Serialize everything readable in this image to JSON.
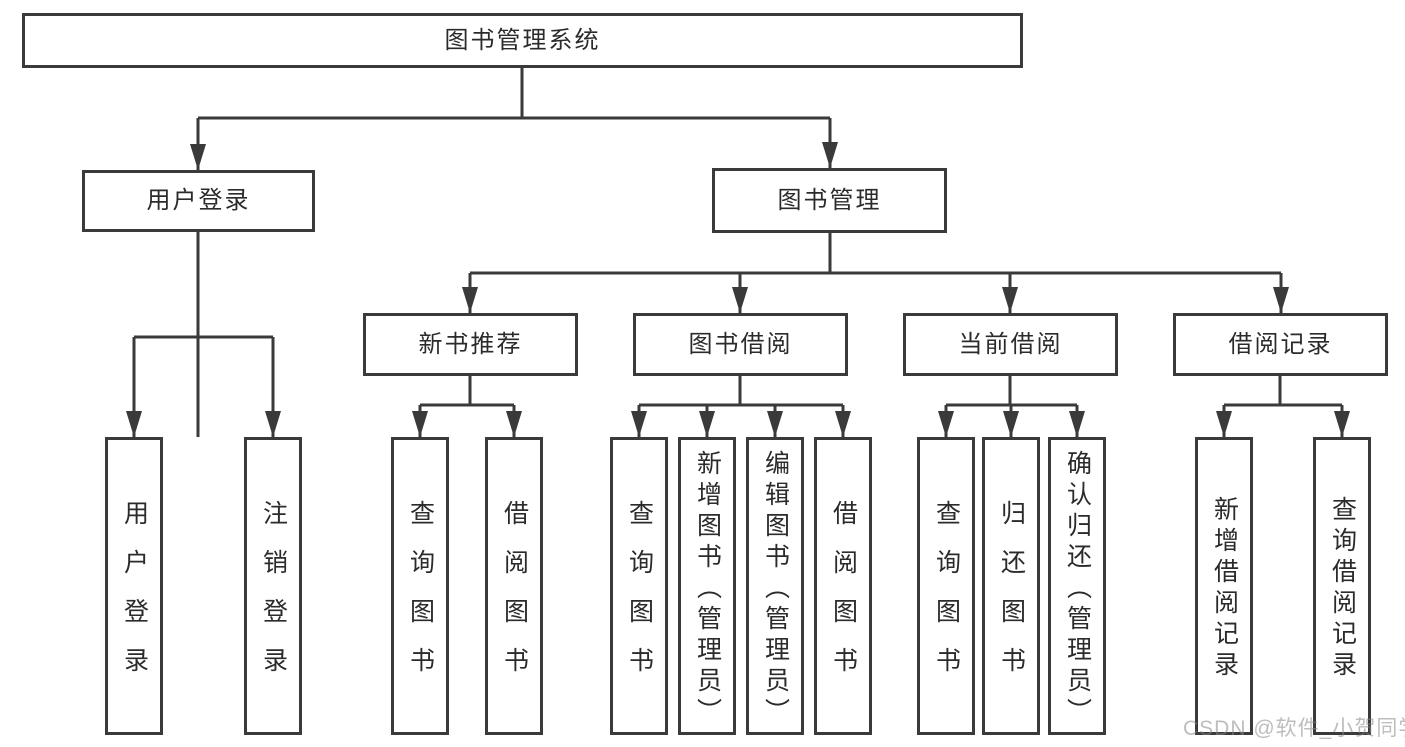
{
  "colors": {
    "line": "#3a3a3a",
    "text": "#2b2b2b",
    "background": "#ffffff",
    "watermark": "#b4b4b4"
  },
  "tree": {
    "root": {
      "label": "图书管理系统"
    },
    "branches": [
      {
        "label": "用户登录",
        "children": [
          {
            "label": "用户登录"
          },
          {
            "label": "注销登录"
          }
        ]
      },
      {
        "label": "图书管理",
        "children": [
          {
            "label": "新书推荐",
            "children": [
              {
                "label": "查询图书"
              },
              {
                "label": "借阅图书"
              }
            ]
          },
          {
            "label": "图书借阅",
            "children": [
              {
                "label": "查询图书"
              },
              {
                "label": "新增图书（管理员）"
              },
              {
                "label": "编辑图书（管理员）"
              },
              {
                "label": "借阅图书"
              }
            ]
          },
          {
            "label": "当前借阅",
            "children": [
              {
                "label": "查询图书"
              },
              {
                "label": "归还图书"
              },
              {
                "label": "确认归还（管理员）"
              }
            ]
          },
          {
            "label": "借阅记录",
            "children": [
              {
                "label": "新增借阅记录"
              },
              {
                "label": "查询借阅记录"
              }
            ]
          }
        ]
      }
    ]
  },
  "watermark": "CSDN @软件_小贺同学"
}
